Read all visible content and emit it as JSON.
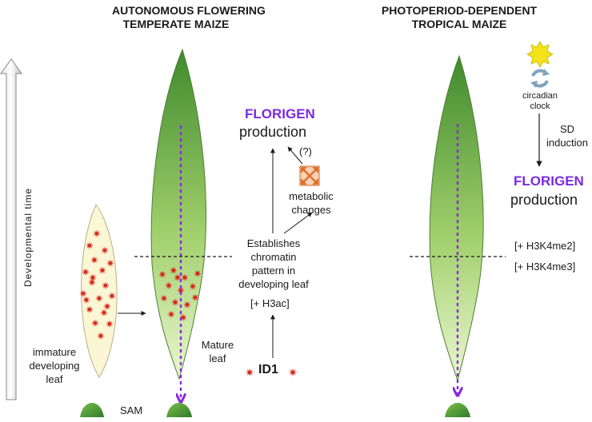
{
  "left_title_line1": "AUTONOMOUS FLOWERING",
  "left_title_line2": "TEMPERATE MAIZE",
  "right_title_line1": "PHOTOPERIOD-DEPENDENT",
  "right_title_line2": "TROPICAL  MAIZE",
  "axis_label": "Developmental time",
  "florigen_left": "FLORIGEN",
  "production_left": "production",
  "question": "(?)",
  "metabolic_line1": "metabolic",
  "metabolic_line2": "changes",
  "establishes": [
    "Establishes",
    "chromatin",
    "pattern in",
    "developing leaf"
  ],
  "h3ac": "[+ H3ac]",
  "id1": "ID1",
  "immature_leaf": [
    "immature",
    "developing",
    "leaf"
  ],
  "mature_leaf": [
    "Mature",
    "leaf"
  ],
  "sam": "SAM",
  "circadian": [
    "circadian",
    "clock"
  ],
  "sd_induction": [
    "SD",
    "induction"
  ],
  "florigen_right": "FLORIGEN",
  "production_right": "production",
  "h3k4me2": "[+ H3K4me2]",
  "h3k4me3": "[+ H3K4me3]",
  "colors": {
    "leaf_dark": "#3f8a2e",
    "leaf_light": "#e6f6c8",
    "immature_fill": "#fbf6d4",
    "star": "#d9281d",
    "florigen": "#7a2be2",
    "arrow_dotted": "#8a2be2",
    "sun": "#f4e21a",
    "metabolic_icon": "#e0702a"
  },
  "icons": [
    "sun-icon",
    "circadian-cycle-icon",
    "metabolic-arrows-icon",
    "star-mark-icon"
  ]
}
